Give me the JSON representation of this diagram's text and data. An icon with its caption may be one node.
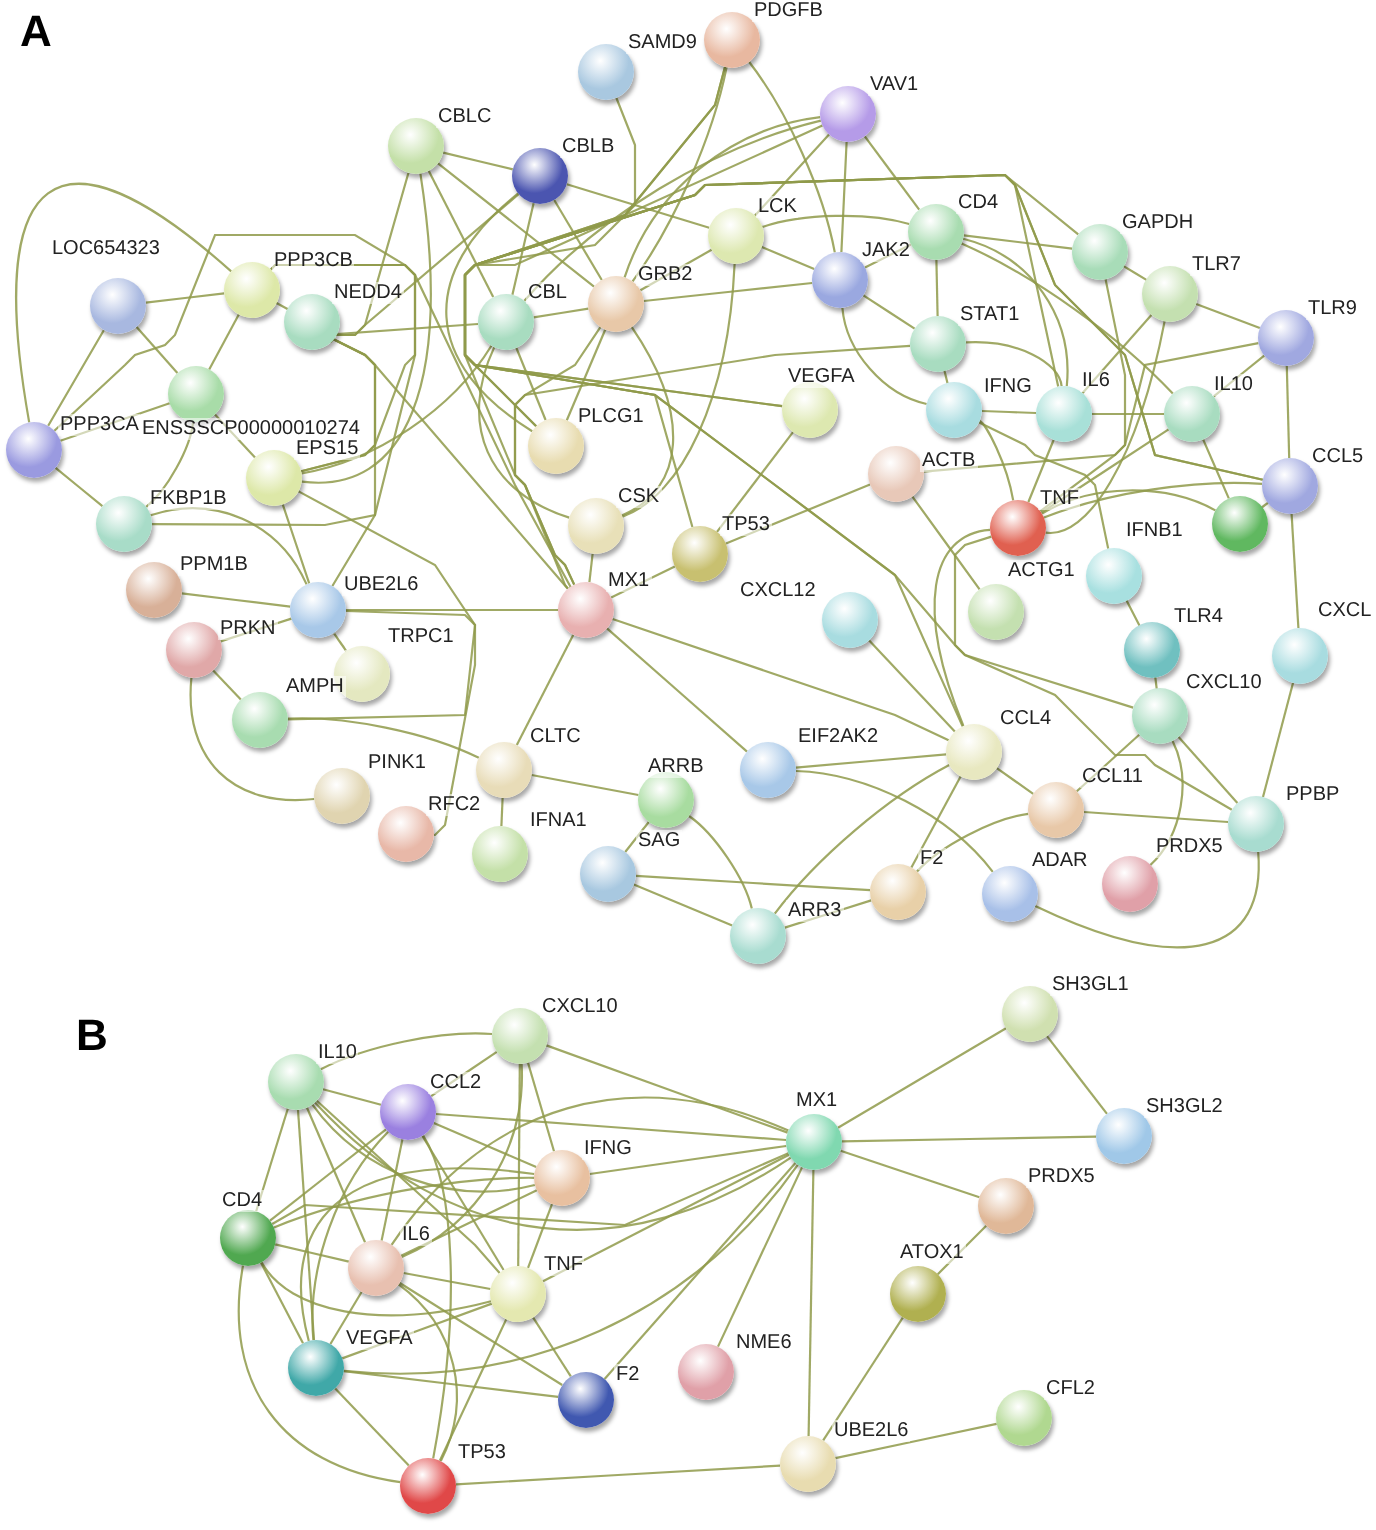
{
  "diagram": {
    "nodes": [
      {
        "text": [
          "SAMD9"
        ]
      },
      {
        "text": [
          "PDGFB"
        ]
      },
      {
        "text": [
          "VAV1"
        ]
      },
      {
        "text": [
          "CBLC"
        ]
      },
      {
        "text": [
          "CBLB"
        ]
      },
      {
        "text": [
          "LOC654323"
        ]
      },
      {
        "text": [
          "PPP3CB"
        ]
      },
      {
        "text": [
          "NEDD4"
        ]
      },
      {
        "text": [
          "CBL"
        ]
      },
      {
        "text": [
          "GRB2"
        ]
      },
      {
        "text": [
          "LCK"
        ]
      },
      {
        "text": [
          "JAK2"
        ]
      },
      {
        "text": [
          "CD4"
        ]
      },
      {
        "text": [
          "GAPDH"
        ]
      },
      {
        "text": [
          "TLR7"
        ]
      },
      {
        "text": [
          "TLR9"
        ]
      },
      {
        "text": [
          "ENSSSCP00000010274"
        ]
      },
      {
        "text": [
          "PPP3CA"
        ]
      },
      {
        "text": [
          "EPS15"
        ]
      },
      {
        "text": [
          "PLCG1"
        ]
      },
      {
        "text": [
          "STAT1"
        ]
      },
      {
        "text": [
          "VEGFA"
        ]
      },
      {
        "text": [
          "IFNG"
        ]
      },
      {
        "text": [
          "IL6"
        ]
      },
      {
        "text": [
          "IL10"
        ]
      },
      {
        "text": [
          "ACTB"
        ]
      },
      {
        "text": [
          "FKBP1B"
        ]
      },
      {
        "text": [
          "CSK"
        ]
      },
      {
        "text": [
          "TP53"
        ]
      },
      {
        "text": [
          "TNF"
        ]
      },
      {
        "text": [
          "CCL5"
        ]
      },
      {
        "text": [],
        "shape": "circle"
      },
      {
        "text": [
          "PPM1B"
        ]
      },
      {
        "text": [
          "UBE2L6"
        ]
      },
      {
        "text": [
          "MX1"
        ]
      },
      {
        "text": [
          "IFNB1"
        ]
      },
      {
        "text": [
          "ACTG1"
        ]
      },
      {
        "text": [
          "CXCL12"
        ]
      },
      {
        "text": [
          "TLR4"
        ]
      },
      {
        "text": [
          "CXCL"
        ]
      },
      {
        "text": [
          "PRKN"
        ]
      },
      {
        "text": [
          "TRPC1"
        ]
      },
      {
        "text": [
          "AMPH"
        ]
      },
      {
        "text": [
          "CXCL10"
        ]
      },
      {
        "text": [
          "EIF2AK2"
        ]
      },
      {
        "text": [
          "CCL4"
        ]
      },
      {
        "text": [
          "ARRB"
        ]
      },
      {
        "text": [
          "CLTC"
        ]
      },
      {
        "text": [
          "PINK1"
        ]
      },
      {
        "text": [
          "RFC2"
        ]
      },
      {
        "text": [
          "IFNA1"
        ]
      },
      {
        "text": [
          "CCL11"
        ]
      },
      {
        "text": [
          "PPBP"
        ]
      },
      {
        "text": [
          "SAG"
        ]
      },
      {
        "text": [
          "F2"
        ]
      },
      {
        "text": [
          "ADAR"
        ]
      },
      {
        "text": [
          "PRDX5"
        ]
      },
      {
        "text": [
          "ARR3"
        ]
      },
      {
        "text": [
          "CXCL10"
        ]
      },
      {
        "text": [
          "IL10"
        ]
      },
      {
        "text": [
          "CCL2"
        ]
      },
      {
        "text": [
          "IFNG"
        ]
      },
      {
        "text": [
          "CD4"
        ]
      },
      {
        "text": [
          "IL6"
        ]
      },
      {
        "text": [
          "TNF"
        ]
      },
      {
        "text": [
          "VEGFA"
        ]
      },
      {
        "text": [
          "F2"
        ]
      },
      {
        "text": [
          "NME6"
        ]
      },
      {
        "text": [
          "TP53"
        ]
      },
      {
        "text": [
          "MX1"
        ]
      },
      {
        "text": [
          "SH3GL1"
        ]
      },
      {
        "text": [
          "SH3GL2"
        ]
      },
      {
        "text": [
          "PRDX5"
        ]
      },
      {
        "text": [
          "ATOX1"
        ]
      },
      {
        "text": [
          "CFL2"
        ]
      },
      {
        "text": [
          "UBE2L6"
        ]
      }
    ],
    "edges": [
      {
        "from": 0,
        "to": 34,
        "arrow": "none"
      },
      {
        "from": 1,
        "to": 9,
        "arrow": "none"
      },
      {
        "from": 1,
        "to": 19,
        "arrow": "none"
      },
      {
        "from": 1,
        "to": 21,
        "arrow": "none"
      },
      {
        "from": 1,
        "to": 11,
        "arrow": "none"
      },
      {
        "from": 2,
        "to": 9,
        "arrow": "none"
      },
      {
        "from": 2,
        "to": 10,
        "arrow": "none"
      },
      {
        "from": 2,
        "to": 11,
        "arrow": "none"
      },
      {
        "from": 2,
        "to": 12,
        "arrow": "none"
      },
      {
        "from": 2,
        "to": 19,
        "arrow": "none"
      },
      {
        "from": 2,
        "to": 8,
        "arrow": "none"
      },
      {
        "from": 3,
        "to": 4,
        "arrow": "none"
      },
      {
        "from": 3,
        "to": 8,
        "arrow": "none"
      },
      {
        "from": 3,
        "to": 9,
        "arrow": "none"
      },
      {
        "from": 3,
        "to": 18,
        "arrow": "none"
      },
      {
        "from": 3,
        "to": 7,
        "arrow": "none"
      },
      {
        "from": 4,
        "to": 9,
        "arrow": "none"
      },
      {
        "from": 4,
        "to": 8,
        "arrow": "none"
      },
      {
        "from": 4,
        "to": 10,
        "arrow": "none"
      },
      {
        "from": 4,
        "to": 19,
        "arrow": "none"
      },
      {
        "from": 4,
        "to": 7,
        "arrow": "none"
      },
      {
        "from": 5,
        "to": 6,
        "arrow": "none"
      },
      {
        "from": 5,
        "to": 16,
        "arrow": "none"
      },
      {
        "from": 5,
        "to": 17,
        "arrow": "none"
      },
      {
        "from": 6,
        "to": 7,
        "arrow": "none"
      },
      {
        "from": 6,
        "to": 16,
        "arrow": "none"
      },
      {
        "from": 6,
        "to": 17,
        "arrow": "none"
      },
      {
        "from": 6,
        "to": 26,
        "arrow": "none"
      },
      {
        "from": 6,
        "to": 18,
        "arrow": "none"
      },
      {
        "from": 7,
        "to": 18,
        "arrow": "none"
      },
      {
        "from": 7,
        "to": 33,
        "arrow": "none"
      },
      {
        "from": 7,
        "to": 8,
        "arrow": "none"
      },
      {
        "from": 7,
        "to": 34,
        "arrow": "none"
      },
      {
        "from": 16,
        "to": 17,
        "arrow": "none"
      },
      {
        "from": 16,
        "to": 26,
        "arrow": "none"
      },
      {
        "from": 16,
        "to": 18,
        "arrow": "none"
      },
      {
        "from": 17,
        "to": 26,
        "arrow": "none"
      },
      {
        "from": 17,
        "to": 34,
        "arrow": "none"
      },
      {
        "from": 18,
        "to": 33,
        "arrow": "none"
      },
      {
        "from": 18,
        "to": 8,
        "arrow": "none"
      },
      {
        "from": 18,
        "to": 42,
        "arrow": "none"
      },
      {
        "from": 26,
        "to": 33,
        "arrow": "none"
      },
      {
        "from": 8,
        "to": 9,
        "arrow": "none"
      },
      {
        "from": 8,
        "to": 19,
        "arrow": "none"
      },
      {
        "from": 8,
        "to": 27,
        "arrow": "none"
      },
      {
        "from": 9,
        "to": 19,
        "arrow": "none"
      },
      {
        "from": 9,
        "to": 10,
        "arrow": "none"
      },
      {
        "from": 9,
        "to": 11,
        "arrow": "none"
      },
      {
        "from": 9,
        "to": 27,
        "arrow": "none"
      },
      {
        "from": 9,
        "to": 34,
        "arrow": "none"
      },
      {
        "from": 10,
        "to": 11,
        "arrow": "none"
      },
      {
        "from": 10,
        "to": 12,
        "arrow": "none"
      },
      {
        "from": 10,
        "to": 27,
        "arrow": "none"
      },
      {
        "from": 11,
        "to": 20,
        "arrow": "none"
      },
      {
        "from": 11,
        "to": 12,
        "arrow": "none"
      },
      {
        "from": 11,
        "to": 22,
        "arrow": "none"
      },
      {
        "from": 12,
        "to": 20,
        "arrow": "none"
      },
      {
        "from": 12,
        "to": 23,
        "arrow": "none"
      },
      {
        "from": 12,
        "to": 24,
        "arrow": "none"
      },
      {
        "from": 12,
        "to": 13,
        "arrow": "none"
      },
      {
        "from": 13,
        "to": 14,
        "arrow": "none"
      },
      {
        "from": 13,
        "to": 25,
        "arrow": "none"
      },
      {
        "from": 13,
        "to": 28,
        "arrow": "none"
      },
      {
        "from": 14,
        "to": 15,
        "arrow": "none"
      },
      {
        "from": 14,
        "to": 23,
        "arrow": "none"
      },
      {
        "from": 14,
        "to": 29,
        "arrow": "none"
      },
      {
        "from": 15,
        "to": 24,
        "arrow": "none"
      },
      {
        "from": 15,
        "to": 30,
        "arrow": "none"
      },
      {
        "from": 15,
        "to": 29,
        "arrow": "none"
      },
      {
        "from": 20,
        "to": 22,
        "arrow": "none"
      },
      {
        "from": 20,
        "to": 34,
        "arrow": "none"
      },
      {
        "from": 20,
        "to": 23,
        "arrow": "none"
      },
      {
        "from": 21,
        "to": 28,
        "arrow": "none"
      },
      {
        "from": 21,
        "to": 23,
        "arrow": "none"
      },
      {
        "from": 22,
        "to": 29,
        "arrow": "none"
      },
      {
        "from": 22,
        "to": 23,
        "arrow": "none"
      },
      {
        "from": 23,
        "to": 29,
        "arrow": "none"
      },
      {
        "from": 23,
        "to": 24,
        "arrow": "none"
      },
      {
        "from": 24,
        "to": 29,
        "arrow": "none"
      },
      {
        "from": 25,
        "to": 36,
        "arrow": "none"
      },
      {
        "from": 25,
        "to": 28,
        "arrow": "none"
      },
      {
        "from": 29,
        "to": 30,
        "arrow": "none"
      },
      {
        "from": 29,
        "to": 43,
        "arrow": "none"
      },
      {
        "from": 29,
        "to": 45,
        "arrow": "none"
      },
      {
        "from": 30,
        "to": 39,
        "arrow": "none"
      },
      {
        "from": 30,
        "to": 45,
        "arrow": "none"
      },
      {
        "from": 30,
        "to": 52,
        "arrow": "none"
      },
      {
        "from": 31,
        "to": 29,
        "arrow": "none"
      },
      {
        "from": 31,
        "to": 30,
        "arrow": "none"
      },
      {
        "from": 31,
        "to": 24,
        "arrow": "none"
      },
      {
        "from": 35,
        "to": 38,
        "arrow": "none"
      },
      {
        "from": 35,
        "to": 22,
        "arrow": "none"
      },
      {
        "from": 32,
        "to": 33,
        "arrow": "none"
      },
      {
        "from": 33,
        "to": 34,
        "arrow": "none"
      },
      {
        "from": 33,
        "to": 40,
        "arrow": "none"
      },
      {
        "from": 33,
        "to": 41,
        "arrow": "none"
      },
      {
        "from": 40,
        "to": 42,
        "arrow": "none"
      },
      {
        "from": 40,
        "to": 48,
        "arrow": "none"
      },
      {
        "from": 42,
        "to": 47,
        "arrow": "none"
      },
      {
        "from": 34,
        "to": 28,
        "arrow": "none"
      },
      {
        "from": 34,
        "to": 44,
        "arrow": "none"
      },
      {
        "from": 34,
        "to": 47,
        "arrow": "none"
      },
      {
        "from": 34,
        "to": 27,
        "arrow": "none"
      },
      {
        "from": 34,
        "to": 45,
        "arrow": "none"
      },
      {
        "from": 37,
        "to": 45,
        "arrow": "none"
      },
      {
        "from": 38,
        "to": 43,
        "arrow": "none"
      },
      {
        "from": 39,
        "to": 52,
        "arrow": "none"
      },
      {
        "from": 43,
        "to": 51,
        "arrow": "none"
      },
      {
        "from": 43,
        "to": 52,
        "arrow": "none"
      },
      {
        "from": 44,
        "to": 55,
        "arrow": "none"
      },
      {
        "from": 44,
        "to": 45,
        "arrow": "none"
      },
      {
        "from": 45,
        "to": 51,
        "arrow": "none"
      },
      {
        "from": 45,
        "to": 54,
        "arrow": "none"
      },
      {
        "from": 45,
        "to": 57,
        "arrow": "none"
      },
      {
        "from": 46,
        "to": 57,
        "arrow": "none"
      },
      {
        "from": 46,
        "to": 53,
        "arrow": "none"
      },
      {
        "from": 46,
        "to": 47,
        "arrow": "none"
      },
      {
        "from": 47,
        "to": 50,
        "arrow": "none"
      },
      {
        "from": 49,
        "to": 33,
        "arrow": "none"
      },
      {
        "from": 51,
        "to": 52,
        "arrow": "none"
      },
      {
        "from": 51,
        "to": 54,
        "arrow": "none"
      },
      {
        "from": 52,
        "to": 55,
        "arrow": "none"
      },
      {
        "from": 56,
        "to": 43,
        "arrow": "none"
      },
      {
        "from": 53,
        "to": 57,
        "arrow": "none"
      },
      {
        "from": 53,
        "to": 54,
        "arrow": "none"
      },
      {
        "from": 57,
        "to": 54,
        "arrow": "none"
      },
      {
        "from": 69,
        "to": 70,
        "arrow": "none"
      },
      {
        "from": 69,
        "to": 71,
        "arrow": "none"
      },
      {
        "from": 70,
        "to": 71,
        "arrow": "none"
      },
      {
        "from": 69,
        "to": 72,
        "arrow": "none"
      },
      {
        "from": 72,
        "to": 73,
        "arrow": "none"
      },
      {
        "from": 73,
        "to": 75,
        "arrow": "none"
      },
      {
        "from": 75,
        "to": 74,
        "arrow": "none"
      },
      {
        "from": 75,
        "to": 68,
        "arrow": "none"
      },
      {
        "from": 69,
        "to": 75,
        "arrow": "none"
      },
      {
        "from": 69,
        "to": 67,
        "arrow": "none"
      },
      {
        "from": 69,
        "to": 66,
        "arrow": "none"
      },
      {
        "from": 69,
        "to": 64,
        "arrow": "none"
      },
      {
        "from": 69,
        "to": 65,
        "arrow": "none"
      },
      {
        "from": 69,
        "to": 61,
        "arrow": "none"
      },
      {
        "from": 69,
        "to": 58,
        "arrow": "none"
      },
      {
        "from": 69,
        "to": 60,
        "arrow": "none"
      },
      {
        "from": 69,
        "to": 59,
        "arrow": "none"
      },
      {
        "from": 69,
        "to": 63,
        "arrow": "none"
      },
      {
        "from": 69,
        "to": 62,
        "arrow": "none"
      },
      {
        "from": 59,
        "to": 58,
        "arrow": "none"
      },
      {
        "from": 59,
        "to": 60,
        "arrow": "none"
      },
      {
        "from": 59,
        "to": 61,
        "arrow": "none"
      },
      {
        "from": 59,
        "to": 62,
        "arrow": "none"
      },
      {
        "from": 59,
        "to": 63,
        "arrow": "none"
      },
      {
        "from": 59,
        "to": 64,
        "arrow": "none"
      },
      {
        "from": 59,
        "to": 65,
        "arrow": "none"
      },
      {
        "from": 60,
        "to": 58,
        "arrow": "none"
      },
      {
        "from": 60,
        "to": 61,
        "arrow": "none"
      },
      {
        "from": 60,
        "to": 62,
        "arrow": "none"
      },
      {
        "from": 60,
        "to": 63,
        "arrow": "none"
      },
      {
        "from": 60,
        "to": 64,
        "arrow": "none"
      },
      {
        "from": 60,
        "to": 65,
        "arrow": "none"
      },
      {
        "from": 60,
        "to": 68,
        "arrow": "none"
      },
      {
        "from": 58,
        "to": 61,
        "arrow": "none"
      },
      {
        "from": 58,
        "to": 64,
        "arrow": "none"
      },
      {
        "from": 58,
        "to": 63,
        "arrow": "none"
      },
      {
        "from": 61,
        "to": 62,
        "arrow": "none"
      },
      {
        "from": 61,
        "to": 63,
        "arrow": "none"
      },
      {
        "from": 61,
        "to": 64,
        "arrow": "none"
      },
      {
        "from": 61,
        "to": 65,
        "arrow": "none"
      },
      {
        "from": 62,
        "to": 63,
        "arrow": "none"
      },
      {
        "from": 62,
        "to": 64,
        "arrow": "none"
      },
      {
        "from": 62,
        "to": 65,
        "arrow": "none"
      },
      {
        "from": 62,
        "to": 68,
        "arrow": "none"
      },
      {
        "from": 63,
        "to": 64,
        "arrow": "none"
      },
      {
        "from": 63,
        "to": 65,
        "arrow": "none"
      },
      {
        "from": 63,
        "to": 68,
        "arrow": "none"
      },
      {
        "from": 63,
        "to": 66,
        "arrow": "none"
      },
      {
        "from": 64,
        "to": 65,
        "arrow": "none"
      },
      {
        "from": 64,
        "to": 66,
        "arrow": "none"
      },
      {
        "from": 64,
        "to": 68,
        "arrow": "none"
      },
      {
        "from": 65,
        "to": 66,
        "arrow": "none"
      },
      {
        "from": 65,
        "to": 68,
        "arrow": "none"
      }
    ],
    "labels": [
      "A",
      "B"
    ]
  }
}
